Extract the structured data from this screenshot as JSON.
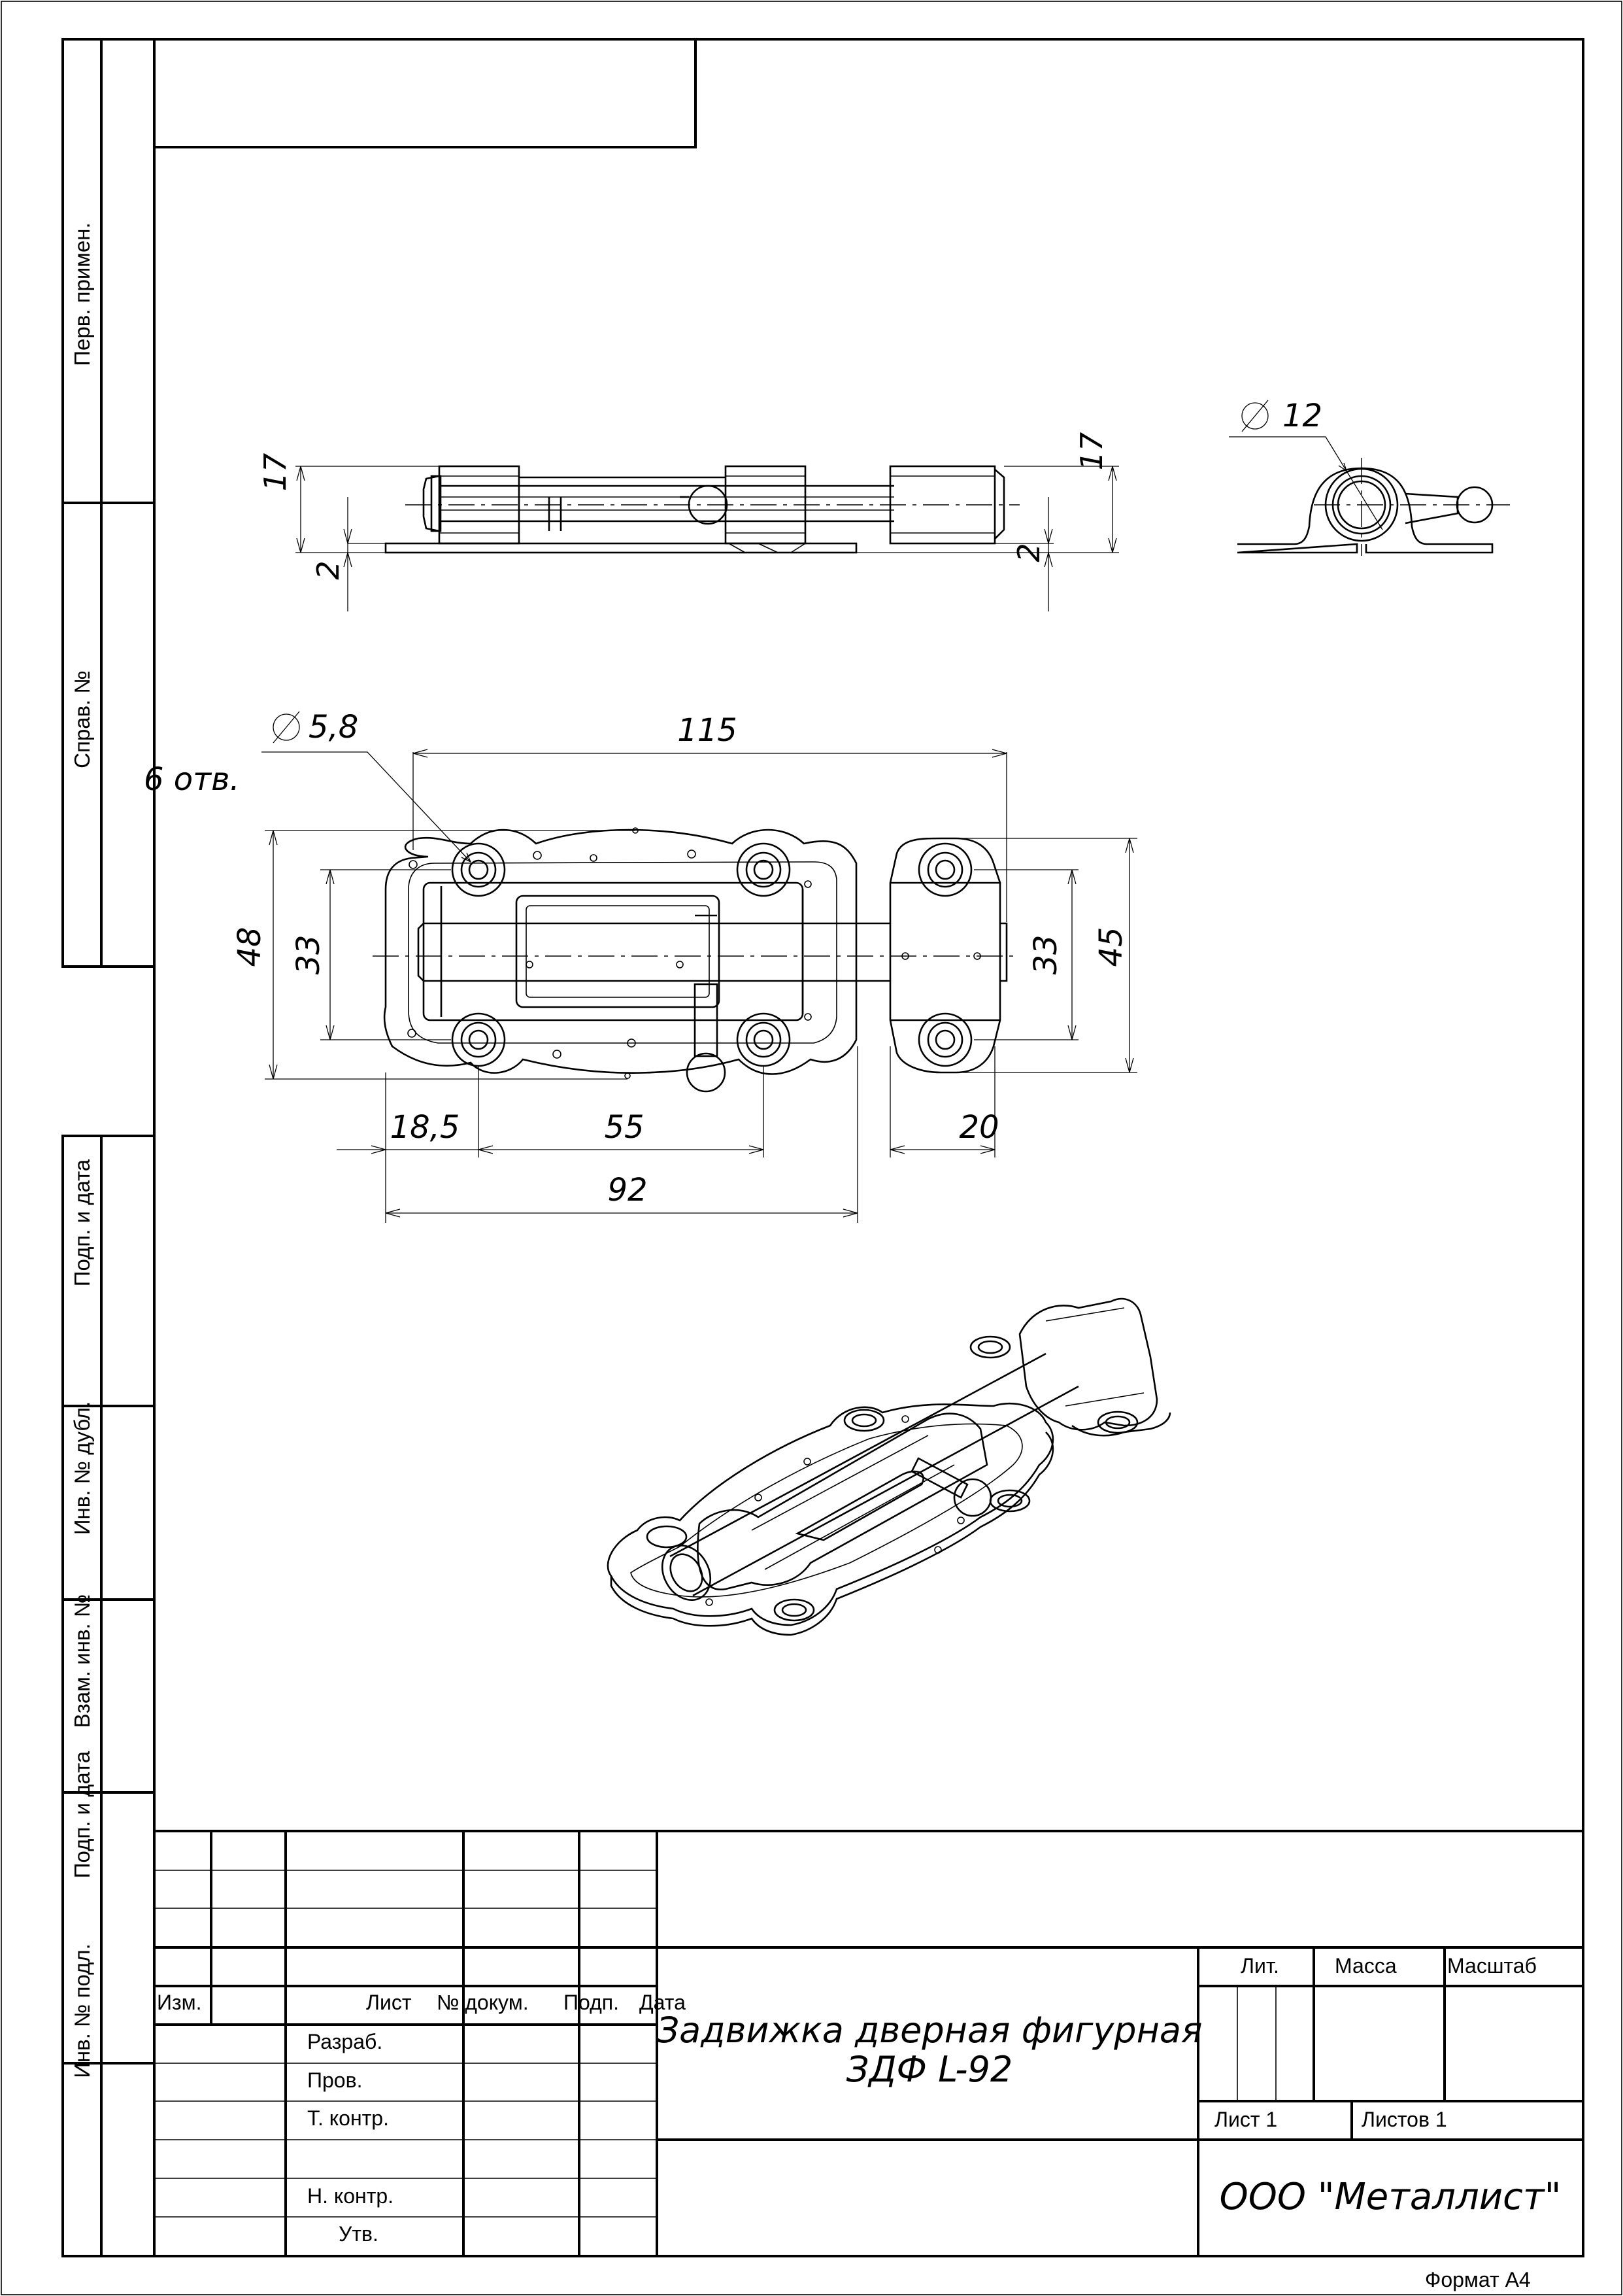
{
  "sidebar": {
    "perv_primen": "Перв. примен.",
    "sprav_no": "Справ. №",
    "podp_data_1": "Подп. и дата",
    "inv_no_dubl": "Инв. № дубл.",
    "vzam_inv_no": "Взам. инв. №",
    "podp_data_2": "Подп. и дата",
    "inv_no_podl": "Инв. № подл."
  },
  "dimensions": {
    "d12": "12",
    "d58": "5,8",
    "holes": "6 отв.",
    "h17_left": "17",
    "h17_right": "17",
    "h2_left": "2",
    "h2_right": "2",
    "w115": "115",
    "h48": "48",
    "h33_left": "33",
    "h33_right": "33",
    "h45": "45",
    "w18_5": "18,5",
    "w55": "55",
    "w20": "20",
    "w92": "92"
  },
  "title_block": {
    "izm": "Изм.",
    "list": "Лист",
    "n_dokum": "№ докум.",
    "podp": "Подп.",
    "data": "Дата",
    "razrab": "Разраб.",
    "prov": "Пров.",
    "t_kontr": "Т. контр.",
    "n_kontr": "Н. контр.",
    "utv": "Утв.",
    "title_line1": "Задвижка дверная фигурная",
    "title_line2": "ЗДФ L-92",
    "lit": "Лит.",
    "massa": "Масса",
    "masshtab": "Масштаб",
    "sheet": "Лист 1",
    "sheets": "Листов 1",
    "company": "ООО \"Металлист\""
  },
  "format": "Формат А4"
}
